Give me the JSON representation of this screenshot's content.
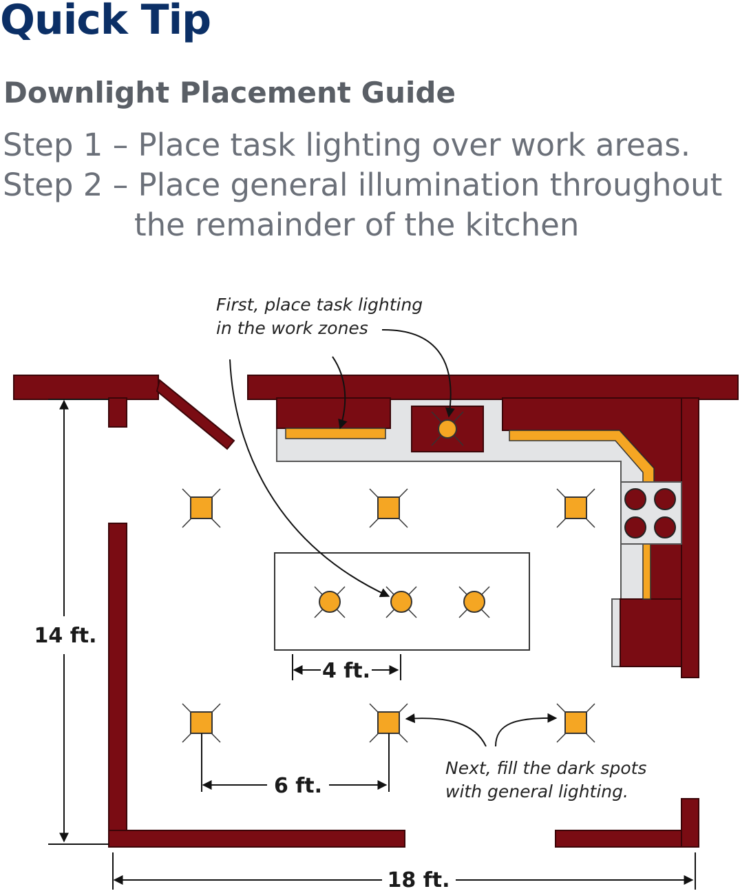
{
  "header": {
    "title": "Quick Tip",
    "subtitle": "Downlight Placement Guide",
    "step1": "Step 1 – Place task lighting over work areas.",
    "step2": "Step 2 – Place general illumination throughout",
    "step2_cont": "the remainder of the kitchen"
  },
  "annotations": {
    "task_line1": "First, place task lighting",
    "task_line2": "in the work zones",
    "general_line1": "Next, fill the dark spots",
    "general_line2": "with general lighting."
  },
  "dimensions": {
    "height": "14 ft.",
    "width": "18 ft.",
    "island_spacing": "4 ft.",
    "general_spacing": "6 ft."
  },
  "colors": {
    "wall": "#7a0c13",
    "light": "#f5a623",
    "countertop": "#e3e4e6",
    "title": "#0b2f66",
    "subtitle": "#5a5f66"
  }
}
